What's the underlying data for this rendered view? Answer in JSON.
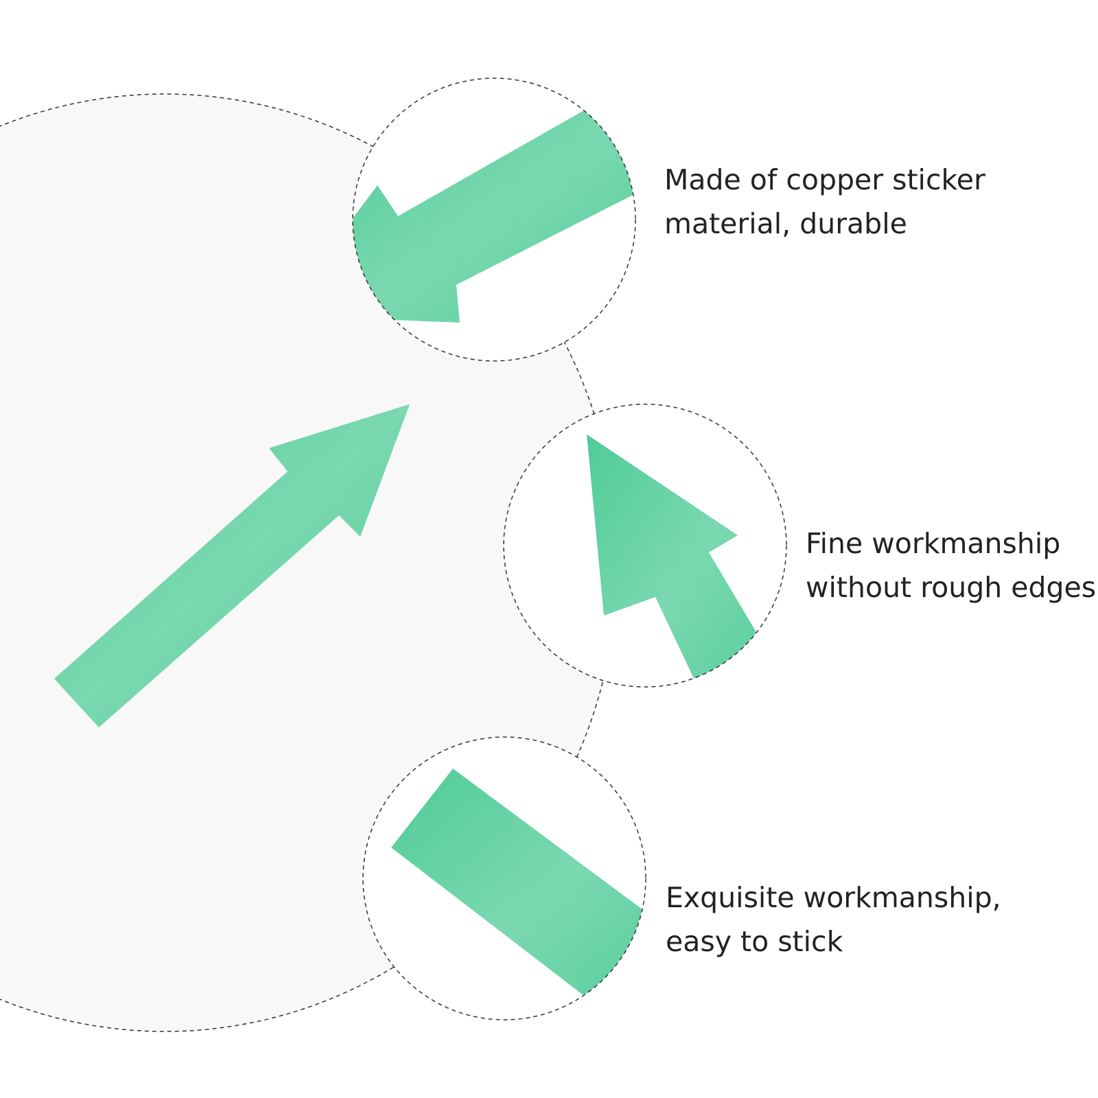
{
  "colors": {
    "background": "#ffffff",
    "panel": "#f8f8f8",
    "arrow_green": "#52cd9a",
    "arrow_green_light": "#78d7ae",
    "dashed_outline": "#333333",
    "text": "#222222"
  },
  "features": [
    {
      "line1": "Made of copper sticker",
      "line2": "material, durable"
    },
    {
      "line1": "Fine workmanship",
      "line2": "without rough edges"
    },
    {
      "line1": "Exquisite workmanship,",
      "line2": "easy to stick"
    }
  ]
}
